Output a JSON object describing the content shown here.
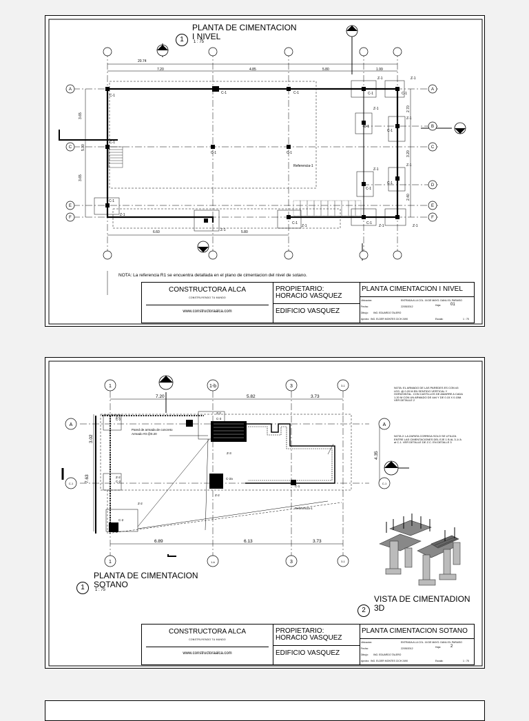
{
  "sheet1": {
    "title_line1": "PLANTA DE CIMENTACION",
    "title_line2": "I NIVEL",
    "title_number": "1",
    "scale": "1 : 75",
    "dims_top": [
      "20.74",
      "7.20",
      "4.85",
      "5.80",
      "1.99"
    ],
    "dims_bottom": [
      "6.60",
      "5.80"
    ],
    "dims_side": [
      "3.65",
      "5.30",
      "3.65"
    ],
    "dims_right": [
      "2.70",
      "3.20",
      "2.40"
    ],
    "labels": {
      "c1": "C-1",
      "z1": "Z-1",
      "ref": "Referencia-1"
    },
    "note": "NOTA: La referencia R1 se encuentra detallada en el plano de cimentacion del nivel de sotano.",
    "titleblock": {
      "company": "CONSTRUCTORA ALCA",
      "slogan": "CONSTRUYENDO TU MUNDO",
      "website": "www.constructoraalca.com",
      "owner_label": "PROPIETARIO:",
      "owner_name": "HORACIO VASQUEZ",
      "building": "EDIFICIO VASQUEZ",
      "sheet_title": "PLANTA CIMENTACION I NIVEL",
      "ubicacion_label": "Ubicacion:",
      "ubicacion": "ENTRADA A LA COL. 16 DE MAYO. DANLI EL PARAISO",
      "fecha_label": "Fecha:",
      "fecha": "22/05/2012",
      "dibujo_label": "Dibujo:",
      "dibujo": "ING. EDUARDO TALERO",
      "aprobo_label": "Aprobo:",
      "aprobo": "ING. ELDER MONTES CICH 2490",
      "hoja_label": "Hoja:",
      "hoja": "01",
      "escala_label": "Escala:",
      "escala": "1 : 75"
    }
  },
  "sheet2": {
    "title_line1": "PLANTA DE CIMENTACION",
    "title_line2": "SOTANO",
    "title_number": "1",
    "scale": "1 : 75",
    "axes_top": [
      "1",
      "1-b",
      "3",
      "3-1"
    ],
    "axes_left": [
      "A",
      "C-1"
    ],
    "dims_top": [
      "7.20",
      "5.82",
      "3.73"
    ],
    "dims_bottom": [
      "6.89",
      "6.13",
      "3.73"
    ],
    "dims_left": [
      "3.02",
      "7.63"
    ],
    "dim_right": "4.35",
    "wall_note_1": "Pared de armada de concreto",
    "wall_note_2": "Armado #3 @0.20",
    "labels": {
      "z1": "Z-1",
      "z2": "Z-2",
      "z3": "Z-3",
      "c1": "C-1",
      "c2": "C-2",
      "c3": "C-3",
      "c2a": "C-2a",
      "ref": "Referencia-1"
    },
    "note1": "NOTA: EL ARMADO DE LAS PAREDES ES CON #3 LEG. @ 0.20 M EN SENTIDO VERTICAL Y HORIZONTAL. CON CASTILLOS DE AMARRE A CADA 1.20 M CON UN ARMADO DE 4#4 Y DE 0.15 X 0.15M. VER DETALLE 2",
    "note2": "NOTA 2: LA ZAPATA CORRIDA SOLO SE UTILIZA ENTRE LAS CIMENTACIONES DEL EJE 1 B AL 3-1/ A al C-1. VER DETALLE DE Z.C. EN DETALLE 3",
    "view3d_title_line1": "VISTA DE CIMENTADION",
    "view3d_title_line2": "3D",
    "view3d_number": "2",
    "titleblock": {
      "company": "CONSTRUCTORA ALCA",
      "slogan": "CONSTRUYENDO TU MUNDO",
      "website": "www.constructoraalca.com",
      "owner_label": "PROPIETARIO:",
      "owner_name": "HORACIO VASQUEZ",
      "building": "EDIFICIO VASQUEZ",
      "sheet_title": "PLANTA CIMENTACION SOTANO",
      "ubicacion_label": "Ubicacion:",
      "ubicacion": "ENTRADA A LA COL. 16 DE MAYO. DANLI EL PARAISO",
      "fecha_label": "Fecha:",
      "fecha": "22/05/2012",
      "dibujo_label": "Dibujo:",
      "dibujo": "ING. EDUARDO TALERO",
      "aprobo_label": "Aprobo:",
      "aprobo": "ING. ELDER MONTES CICH 2490",
      "hoja_label": "Hoja:",
      "hoja": "2",
      "escala_label": "Escala:",
      "escala": "1 : 75"
    }
  }
}
